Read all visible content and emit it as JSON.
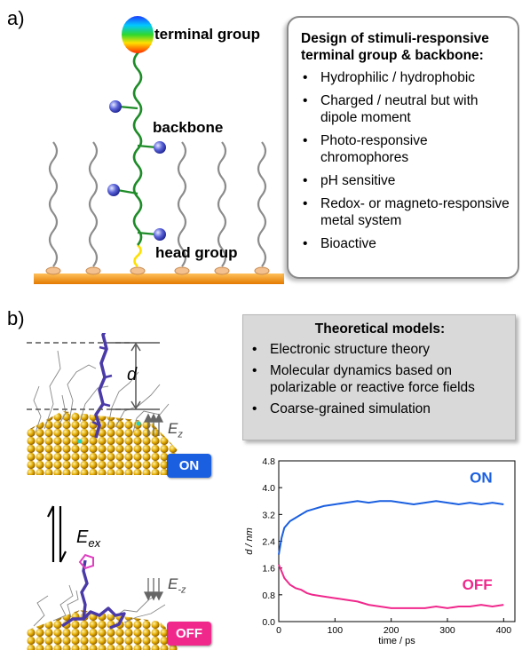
{
  "panel_a": {
    "label": "a)",
    "terminal_group": "terminal group",
    "backbone": "backbone",
    "head_group": "head group",
    "design_box": {
      "title": "Design of stimuli-responsive terminal group & backbone:",
      "items": [
        "Hydrophilic / hydrophobic",
        "Charged / neutral but with dipole moment",
        "Photo-responsive chromophores",
        "pH sensitive",
        "Redox- or magneto-responsive metal system",
        "Bioactive"
      ]
    }
  },
  "panel_b": {
    "label": "b)",
    "distance_symbol": "d",
    "field_up": "E",
    "field_up_sub": "z",
    "field_down": "E",
    "field_down_sub": "-z",
    "exchange": "E",
    "exchange_sub": "ex",
    "on_badge": "ON",
    "off_badge": "OFF",
    "theory_box": {
      "title": "Theoretical models:",
      "items": [
        "Electronic structure theory",
        "Molecular dynamics based on polarizable or reactive force fields",
        "Coarse-grained simulation"
      ]
    },
    "colors": {
      "on": "#1a5fe0",
      "off": "#f0288c",
      "surface": "#f29a1e",
      "backbone": "#1e8c28"
    }
  },
  "chart_data": {
    "type": "line",
    "xlabel": "time / ps",
    "ylabel": "d / nm",
    "xlim": [
      0,
      420
    ],
    "ylim": [
      0.0,
      4.8
    ],
    "xticks": [
      0,
      100,
      200,
      300,
      400
    ],
    "yticks": [
      0.0,
      0.8,
      1.6,
      2.4,
      3.2,
      4.0,
      4.8
    ],
    "series": [
      {
        "name": "ON",
        "color": "#1a5fe0",
        "x": [
          0,
          5,
          10,
          20,
          30,
          40,
          50,
          60,
          80,
          100,
          120,
          140,
          160,
          180,
          200,
          220,
          240,
          260,
          280,
          300,
          320,
          340,
          360,
          380,
          400
        ],
        "y": [
          2.0,
          2.5,
          2.8,
          3.0,
          3.1,
          3.2,
          3.3,
          3.35,
          3.45,
          3.5,
          3.55,
          3.6,
          3.55,
          3.6,
          3.6,
          3.55,
          3.5,
          3.55,
          3.6,
          3.55,
          3.5,
          3.55,
          3.5,
          3.55,
          3.5
        ]
      },
      {
        "name": "OFF",
        "color": "#f0288c",
        "x": [
          0,
          5,
          10,
          20,
          30,
          40,
          50,
          60,
          80,
          100,
          120,
          140,
          160,
          180,
          200,
          220,
          240,
          260,
          280,
          300,
          320,
          340,
          360,
          380,
          400
        ],
        "y": [
          1.7,
          1.5,
          1.3,
          1.1,
          1.0,
          0.95,
          0.85,
          0.8,
          0.75,
          0.7,
          0.65,
          0.6,
          0.5,
          0.45,
          0.4,
          0.4,
          0.4,
          0.4,
          0.45,
          0.4,
          0.45,
          0.45,
          0.5,
          0.45,
          0.5
        ]
      }
    ]
  }
}
